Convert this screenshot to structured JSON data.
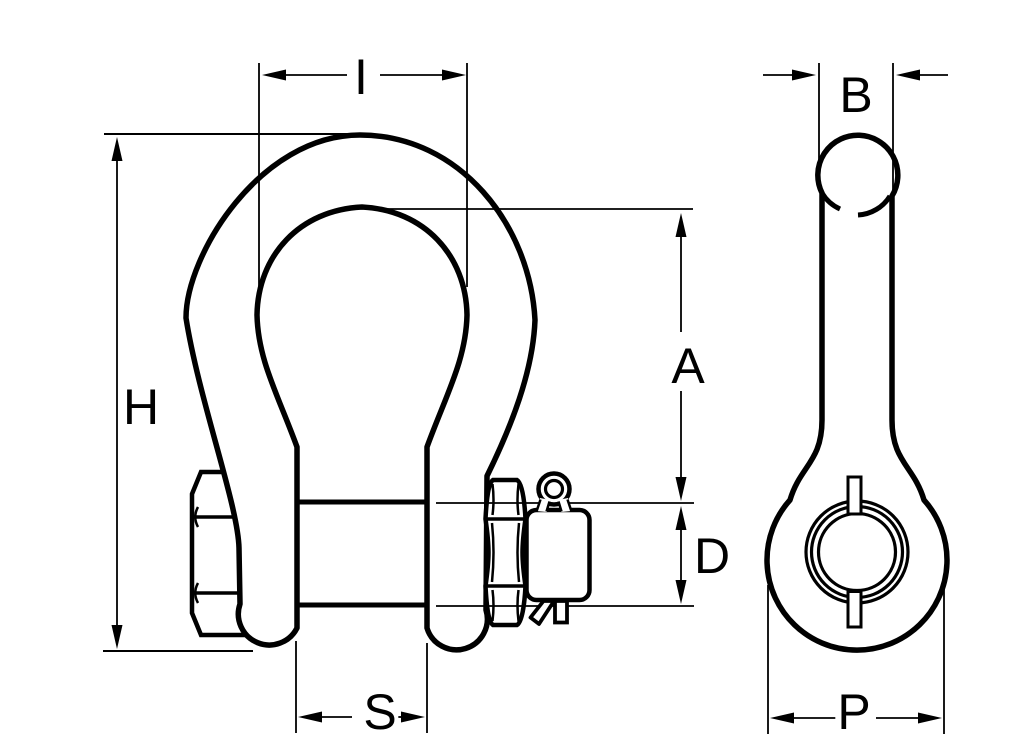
{
  "drawing": {
    "description_labels": {
      "height": "H",
      "inside_width": "I",
      "inside_length": "A",
      "pin_diameter": "D",
      "jaw_opening": "S",
      "bow_thickness": "B",
      "eye_width": "P"
    },
    "colors": {
      "background": "#ffffff",
      "line_color": "#000000"
    }
  }
}
